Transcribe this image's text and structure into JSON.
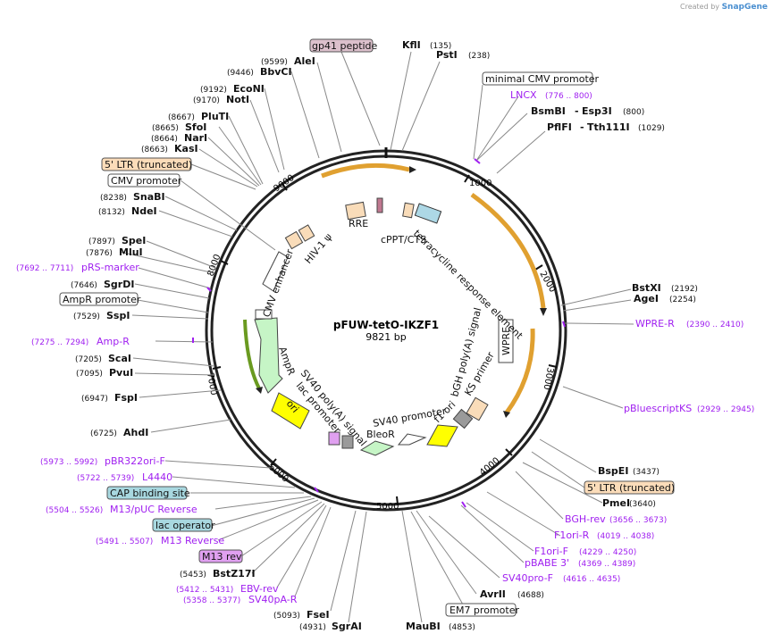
{
  "credit": {
    "prefix": "Created by",
    "brand": "SnapGene"
  },
  "plasmid": {
    "name": "pFUW-tetO-IKZF1",
    "size_label": "9821 bp",
    "length": 9821
  },
  "ticks": [
    "1000",
    "2000",
    "3000",
    "4000",
    "5000",
    "6000",
    "7000",
    "8000",
    "9000"
  ],
  "features": [
    {
      "label": "RRE",
      "color": "#f9dcb9"
    },
    {
      "label": "cPPT/CTS",
      "color": "#f9dcb9"
    },
    {
      "label": "tetracycline response element",
      "color": "#add8e6"
    },
    {
      "label": "WPRE",
      "color": "#ffffff"
    },
    {
      "label": "bGH poly(A) signal",
      "color": "#d2d2d2"
    },
    {
      "label": "KS primer",
      "color": "#a020f0"
    },
    {
      "label": "f1 ori",
      "color": "#ffff00"
    },
    {
      "label": "SV40 promoter",
      "color": "#ffffff"
    },
    {
      "label": "BleoR",
      "color": "#c6f5c6"
    },
    {
      "label": "SV40 poly(A) signal",
      "color": "#9a9a9a"
    },
    {
      "label": "lac promoter",
      "color": "#ffffff"
    },
    {
      "label": "ori",
      "color": "#ffff00"
    },
    {
      "label": "AmpR",
      "color": "#c6f5c6"
    },
    {
      "label": "CMV enhancer",
      "color": "#ffffff"
    },
    {
      "label": "HIV-1 ψ",
      "color": "#f9dcb9"
    }
  ],
  "sites": [
    {
      "label": "gp41 peptide",
      "kind": "box",
      "fill": "#dcc0cc"
    },
    {
      "label": "KflI",
      "pos": "(135)",
      "kind": "enzyme"
    },
    {
      "label": "PstI",
      "pos": "(238)",
      "kind": "enzyme"
    },
    {
      "label": "minimal CMV promoter",
      "kind": "box",
      "fill": "#ffffff"
    },
    {
      "label": "LNCX",
      "pos": "(776 .. 800)",
      "kind": "primer"
    },
    {
      "label": "BsmBI",
      "pos": "(800)",
      "kind": "enzyme2",
      "alt": "Esp3I"
    },
    {
      "label": "PflFI",
      "pos": "(1029)",
      "kind": "enzyme2",
      "alt": "Tth111I"
    },
    {
      "label": "BstXI",
      "pos": "(2192)",
      "kind": "enzyme"
    },
    {
      "label": "AgeI",
      "pos": "(2254)",
      "kind": "enzyme"
    },
    {
      "label": "WPRE-R",
      "pos": "(2390 .. 2410)",
      "kind": "primer"
    },
    {
      "label": "pBluescriptKS",
      "pos": "(2929 .. 2945)",
      "kind": "primer"
    },
    {
      "label": "BspEI",
      "pos": "(3437)",
      "kind": "enzyme"
    },
    {
      "label": "5' LTR (truncated)",
      "kind": "box",
      "fill": "#fbdcb9"
    },
    {
      "label": "PmeI",
      "pos": "(3640)",
      "kind": "enzyme"
    },
    {
      "label": "BGH-rev",
      "pos": "(3656 .. 3673)",
      "kind": "primer"
    },
    {
      "label": "F1ori-R",
      "pos": "(4019 .. 4038)",
      "kind": "primer"
    },
    {
      "label": "F1ori-F",
      "pos": "(4229 .. 4250)",
      "kind": "primer"
    },
    {
      "label": "pBABE 3'",
      "pos": "(4369 .. 4389)",
      "kind": "primer"
    },
    {
      "label": "SV40pro-F",
      "pos": "(4616 .. 4635)",
      "kind": "primer"
    },
    {
      "label": "AvrII",
      "pos": "(4688)",
      "kind": "enzyme"
    },
    {
      "label": "EM7 promoter",
      "kind": "box",
      "fill": "#ffffff"
    },
    {
      "label": "MauBI",
      "pos": "(4853)",
      "kind": "enzyme"
    },
    {
      "label": "SgrAI",
      "pos": "(4931)",
      "kind": "enzyme"
    },
    {
      "label": "FseI",
      "pos": "(5093)",
      "kind": "enzyme"
    },
    {
      "label": "SV40pA-R",
      "pos": "(5358 .. 5377)",
      "kind": "primer"
    },
    {
      "label": "EBV-rev",
      "pos": "(5412 .. 5431)",
      "kind": "primer"
    },
    {
      "label": "BstZ17I",
      "pos": "(5453)",
      "kind": "enzyme"
    },
    {
      "label": "M13 rev",
      "kind": "box",
      "fill": "#e0a0f0"
    },
    {
      "label": "M13 Reverse",
      "pos": "(5491 .. 5507)",
      "kind": "primer"
    },
    {
      "label": "lac operator",
      "kind": "box",
      "fill": "#a8d8e0"
    },
    {
      "label": "M13/pUC Reverse",
      "pos": "(5504 .. 5526)",
      "kind": "primer"
    },
    {
      "label": "CAP binding site",
      "kind": "box",
      "fill": "#a8d8e0"
    },
    {
      "label": "L4440",
      "pos": "(5722 .. 5739)",
      "kind": "primer"
    },
    {
      "label": "pBR322ori-F",
      "pos": "(5973 .. 5992)",
      "kind": "primer"
    },
    {
      "label": "AhdI",
      "pos": "(6725)",
      "kind": "enzyme"
    },
    {
      "label": "FspI",
      "pos": "(6947)",
      "kind": "enzyme"
    },
    {
      "label": "PvuI",
      "pos": "(7095)",
      "kind": "enzyme"
    },
    {
      "label": "ScaI",
      "pos": "(7205)",
      "kind": "enzyme"
    },
    {
      "label": "Amp-R",
      "pos": "(7275 .. 7294)",
      "kind": "primer"
    },
    {
      "label": "SspI",
      "pos": "(7529)",
      "kind": "enzyme"
    },
    {
      "label": "AmpR promoter",
      "kind": "box",
      "fill": "#ffffff"
    },
    {
      "label": "SgrDI",
      "pos": "(7646)",
      "kind": "enzyme"
    },
    {
      "label": "pRS-marker",
      "pos": "(7692 .. 7711)",
      "kind": "primer"
    },
    {
      "label": "MluI",
      "pos": "(7876)",
      "kind": "enzyme"
    },
    {
      "label": "SpeI",
      "pos": "(7897)",
      "kind": "enzyme"
    },
    {
      "label": "NdeI",
      "pos": "(8132)",
      "kind": "enzyme"
    },
    {
      "label": "SnaBI",
      "pos": "(8238)",
      "kind": "enzyme"
    },
    {
      "label": "CMV promoter",
      "kind": "box",
      "fill": "#ffffff"
    },
    {
      "label": "5' LTR (truncated)",
      "kind": "box",
      "fill": "#fbdcb9"
    },
    {
      "label": "KasI",
      "pos": "(8663)",
      "kind": "enzyme"
    },
    {
      "label": "NarI",
      "pos": "(8664)",
      "kind": "enzyme"
    },
    {
      "label": "SfoI",
      "pos": "(8665)",
      "kind": "enzyme"
    },
    {
      "label": "PluTI",
      "pos": "(8667)",
      "kind": "enzyme"
    },
    {
      "label": "NotI",
      "pos": "(9170)",
      "kind": "enzyme"
    },
    {
      "label": "EcoNI",
      "pos": "(9192)",
      "kind": "enzyme"
    },
    {
      "label": "BbvCI",
      "pos": "(9446)",
      "kind": "enzyme"
    },
    {
      "label": "AleI",
      "pos": "(9599)",
      "kind": "enzyme"
    }
  ]
}
